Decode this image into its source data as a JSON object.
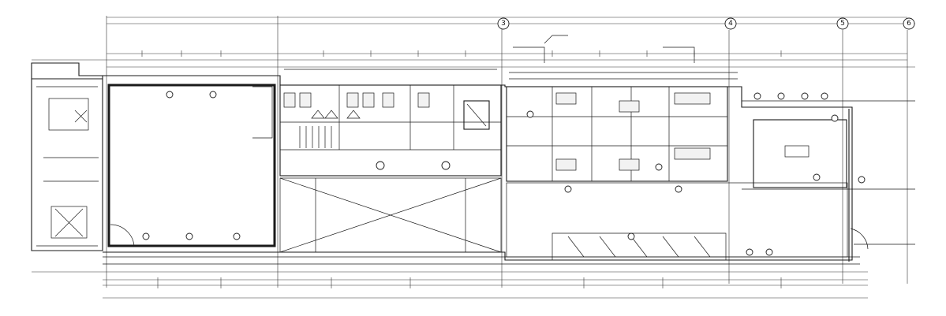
{
  "drawing": {
    "type": "architectural floor plan",
    "ink_color": "#1a1a1a",
    "paper_color": "#ffffff",
    "grid_markers": [
      {
        "id": "grid-3",
        "label": "3"
      },
      {
        "id": "grid-4",
        "label": "4"
      },
      {
        "id": "grid-5",
        "label": "5"
      },
      {
        "id": "grid-6",
        "label": "6"
      }
    ],
    "room_tags": [
      {
        "id": "tag-west-room",
        "label": ""
      },
      {
        "id": "tag-lobby",
        "label": ""
      },
      {
        "id": "tag-office",
        "label": ""
      },
      {
        "id": "tag-center-hall",
        "label": ""
      }
    ]
  }
}
